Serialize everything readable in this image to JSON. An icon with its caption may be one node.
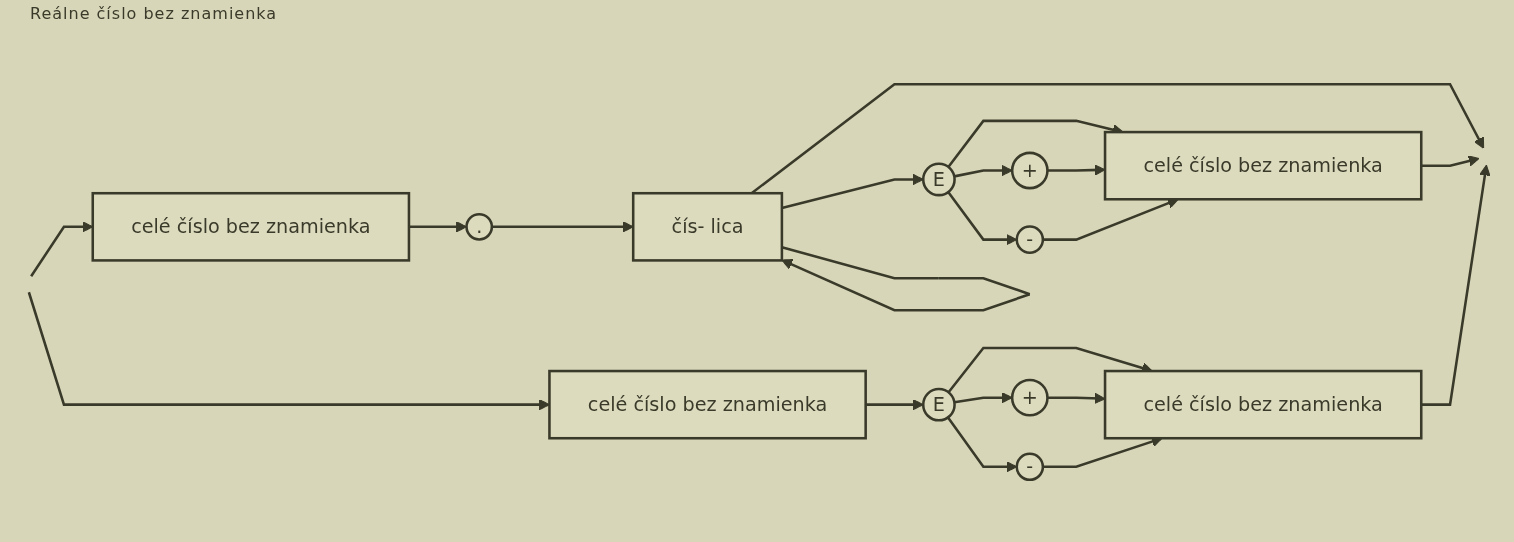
{
  "diagram": {
    "title": "Reálne číslo bez znamienka",
    "nodes": [
      {
        "text": [
          "celé číslo bez znamienka"
        ]
      },
      {
        "text": [
          "."
        ]
      },
      {
        "text": [
          "čís- lica"
        ]
      },
      {
        "text": [
          "E"
        ]
      },
      {
        "text": [
          "+"
        ]
      },
      {
        "text": [
          "-"
        ]
      },
      {
        "text": [
          "celé číslo bez znamienka"
        ]
      },
      {
        "text": [
          "celé číslo bez znamienka"
        ]
      },
      {
        "text": [
          "E"
        ]
      },
      {
        "text": [
          "+"
        ]
      },
      {
        "text": [
          "-"
        ]
      },
      {
        "text": [
          "celé číslo bez znamienka"
        ]
      }
    ],
    "edges": [
      {
        "from": null,
        "to": 0,
        "arrow": "to"
      },
      {
        "from": null,
        "to": 7,
        "arrow": "to"
      },
      {
        "from": 0,
        "to": 1,
        "arrow": "to"
      },
      {
        "from": 1,
        "to": 2,
        "arrow": "to"
      },
      {
        "from": 2,
        "to": 2,
        "arrow": "to"
      },
      {
        "from": 2,
        "to": 3,
        "arrow": "to"
      },
      {
        "from": 3,
        "to": 4,
        "arrow": "to"
      },
      {
        "from": 3,
        "to": 6,
        "arrow": "to"
      },
      {
        "from": 3,
        "to": 5,
        "arrow": "to"
      },
      {
        "from": 4,
        "to": 6,
        "arrow": "to"
      },
      {
        "from": 5,
        "to": 6,
        "arrow": "to"
      },
      {
        "from": 2,
        "to": null,
        "arrow": "to"
      },
      {
        "from": 6,
        "to": null,
        "arrow": "to"
      },
      {
        "from": 7,
        "to": 8,
        "arrow": "to"
      },
      {
        "from": 8,
        "to": 9,
        "arrow": "to"
      },
      {
        "from": 8,
        "to": 11,
        "arrow": "to"
      },
      {
        "from": 8,
        "to": 10,
        "arrow": "to"
      },
      {
        "from": 9,
        "to": 11,
        "arrow": "to"
      },
      {
        "from": 10,
        "to": 11,
        "arrow": "to"
      },
      {
        "from": 11,
        "to": null,
        "arrow": "to"
      }
    ]
  }
}
